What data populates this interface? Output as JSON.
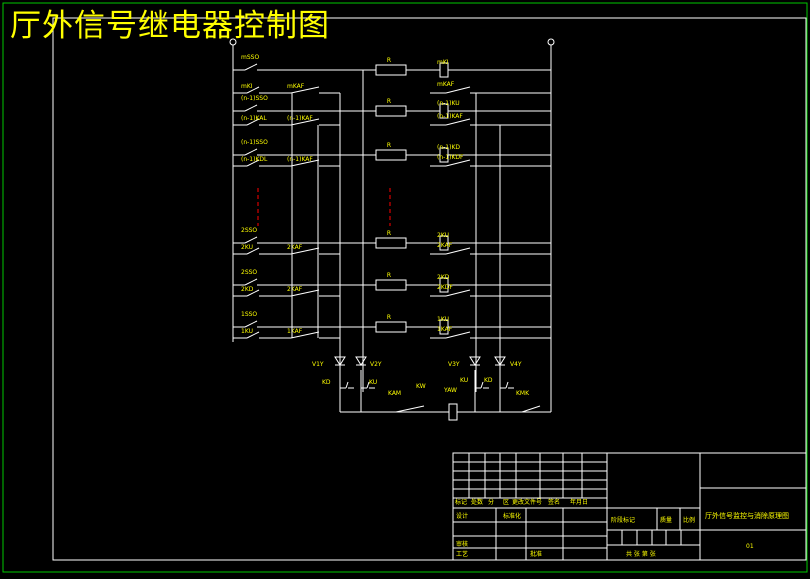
{
  "drawing_title": "厅外信号继电器控制图",
  "colors": {
    "background": "#000000",
    "lines": "#ffffff",
    "labels": "#ffff00",
    "border": "#00c800",
    "center_dash": "#ff0000"
  },
  "rows": [
    {
      "left": "mSSO",
      "resistor": "R",
      "right": "mKI"
    },
    {
      "left": "mKI",
      "left2": "mKAF",
      "right": "mKAF"
    },
    {
      "left": "(n-1)SSO",
      "resistor": "R",
      "right": "(n-1)KU"
    },
    {
      "left": "(n-1)KAL",
      "left2": "(n-1)KAF",
      "right": "(n-1)KAF"
    },
    {
      "left": "(n-1)SSO",
      "resistor": "R",
      "right": "(n-1)KD"
    },
    {
      "left": "(n-1)KDL",
      "left2": "(n-1)KAF",
      "right": "(n-1)KDF"
    },
    {
      "left": "2SSO",
      "resistor": "R",
      "right": "2KU"
    },
    {
      "left": "2KU",
      "left2": "2KAF",
      "right": "2KAF"
    },
    {
      "left": "2SSO",
      "resistor": "R",
      "right": "2KD"
    },
    {
      "left": "2KD",
      "left2": "2KAF",
      "right": "2KDF"
    },
    {
      "left": "1SSO",
      "resistor": "R",
      "right": "1KU"
    },
    {
      "left": "1KU",
      "left2": "1KAF",
      "right": "1KAF"
    }
  ],
  "bottom_labels": {
    "vd_left_1": "V1Y",
    "vd_left_2": "V2Y",
    "vd_right_1": "V3Y",
    "vd_right_2": "V4Y",
    "kd": "KD",
    "ku_left": "KU",
    "kam": "KAM",
    "kw": "KW",
    "yaw": "YAW",
    "ku_right": "KU",
    "kd_right": "KD",
    "kmk": "KMK"
  },
  "title_block": {
    "row_labels": [
      "标记",
      "处数",
      "分",
      "区",
      "更改文件号",
      "签名",
      "年月日"
    ],
    "design": "设计",
    "standard": "标准化",
    "review": "审核",
    "process": "工艺",
    "approve": "批准",
    "stage_headers": [
      "阶段标记",
      "质量",
      "比例"
    ],
    "sheet": "共 张 第 张",
    "drawing_name": "厅外信号监控与消除原理图",
    "drawing_no": "01"
  }
}
